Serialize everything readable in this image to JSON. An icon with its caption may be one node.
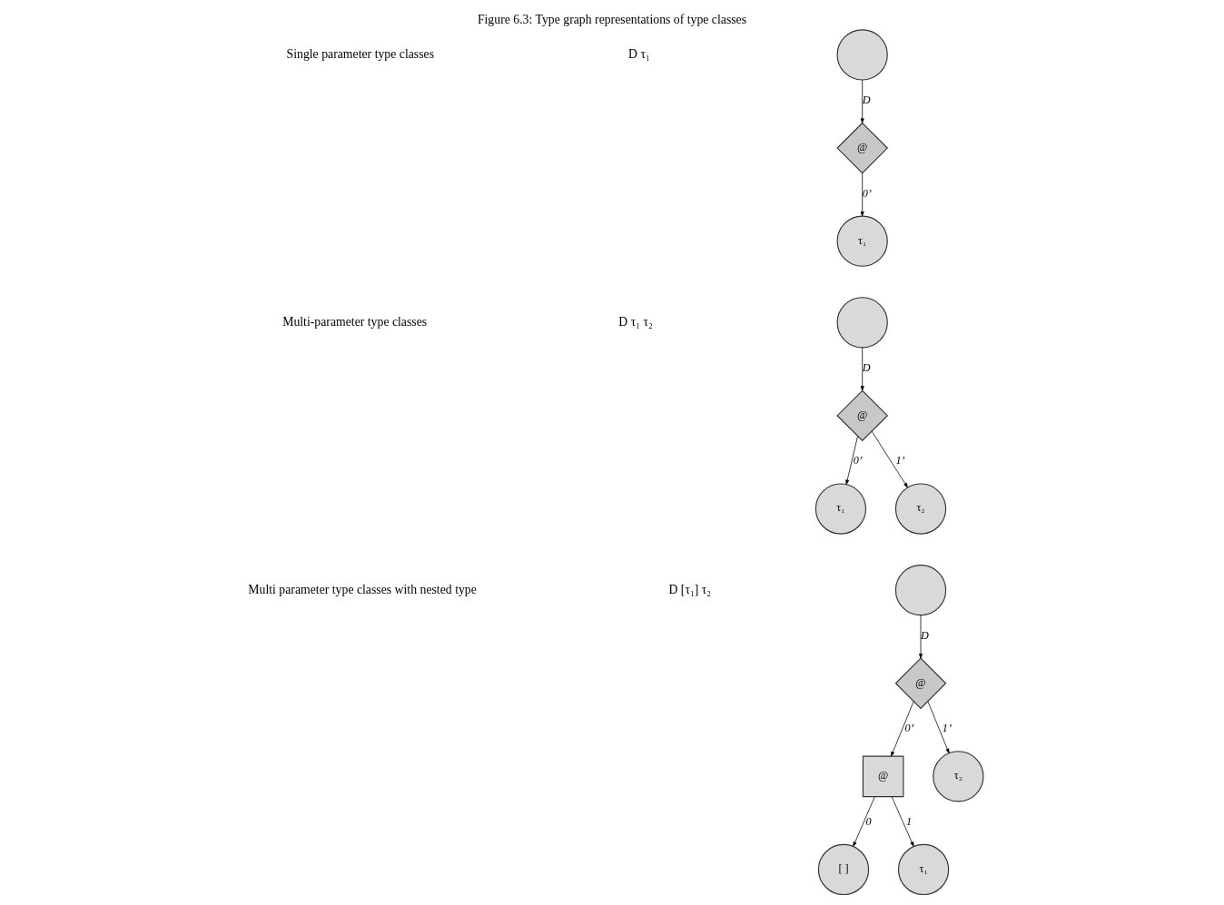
{
  "diagram": {
    "title": "Figure 6.3: Type graph representations of type classes",
    "nodes": [
      {
        "text": [],
        "shape": "circle"
      },
      {
        "text": [
          "@"
        ]
      },
      {
        "text": [
          "τ₁"
        ]
      },
      {
        "text": [],
        "shape": "circle"
      },
      {
        "text": [
          "@"
        ]
      },
      {
        "text": [
          "τ₁"
        ]
      },
      {
        "text": [
          "τ₂"
        ]
      },
      {
        "text": [],
        "shape": "circle"
      },
      {
        "text": [
          "@"
        ]
      },
      {
        "text": [
          "@"
        ]
      },
      {
        "text": [
          "τ₂"
        ]
      },
      {
        "text": [
          "[ ]"
        ]
      },
      {
        "text": [
          "τ₁"
        ]
      }
    ],
    "edges": [
      {
        "from": 0,
        "to": 1,
        "arrow": "to",
        "label": "D"
      },
      {
        "from": 1,
        "to": 2,
        "arrow": "to",
        "label": "0’"
      },
      {
        "from": 3,
        "to": 4,
        "arrow": "to",
        "label": "D"
      },
      {
        "from": 4,
        "to": 5,
        "arrow": "to",
        "label": "0’"
      },
      {
        "from": 4,
        "to": 6,
        "arrow": "to",
        "label": "1’"
      },
      {
        "from": 7,
        "to": 8,
        "arrow": "to",
        "label": "D"
      },
      {
        "from": 8,
        "to": 9,
        "arrow": "to",
        "label": "0’"
      },
      {
        "from": 8,
        "to": 10,
        "arrow": "to",
        "label": "1’"
      },
      {
        "from": 9,
        "to": 11,
        "arrow": "to",
        "label": "0"
      },
      {
        "from": 9,
        "to": 12,
        "arrow": "to",
        "label": "1"
      }
    ],
    "labels": [
      "Single parameter type classes",
      "D τ₁",
      "Multi-parameter type classes",
      "D τ₁ τ₂",
      "Multi parameter type classes with nested type",
      "D [τ₁] τ₂"
    ]
  }
}
